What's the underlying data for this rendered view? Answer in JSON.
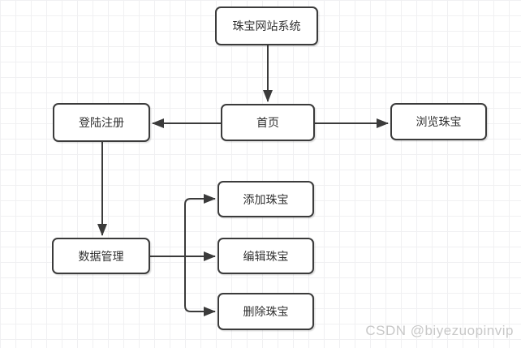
{
  "diagram": {
    "nodes": {
      "system": {
        "label": "珠宝网站系统"
      },
      "home": {
        "label": "首页"
      },
      "login": {
        "label": "登陆注册"
      },
      "browse": {
        "label": "浏览珠宝"
      },
      "data": {
        "label": "数据管理"
      },
      "add": {
        "label": "添加珠宝"
      },
      "edit": {
        "label": "编辑珠宝"
      },
      "delete": {
        "label": "删除珠宝"
      }
    },
    "edges": [
      {
        "from": "珠宝网站系统",
        "to": "首页"
      },
      {
        "from": "首页",
        "to": "登陆注册"
      },
      {
        "from": "首页",
        "to": "浏览珠宝"
      },
      {
        "from": "登陆注册",
        "to": "数据管理"
      },
      {
        "from": "数据管理",
        "to": "添加珠宝"
      },
      {
        "from": "数据管理",
        "to": "编辑珠宝"
      },
      {
        "from": "数据管理",
        "to": "删除珠宝"
      }
    ]
  },
  "watermark": {
    "text": "CSDN @biyezuopinvip"
  },
  "colors": {
    "node_border": "#3b3b3b",
    "node_background": "#ffffff",
    "arrow": "#3b3b3b",
    "grid_line": "#f0f0f2",
    "text": "#333333",
    "watermark_text": "#c8c8c8"
  }
}
